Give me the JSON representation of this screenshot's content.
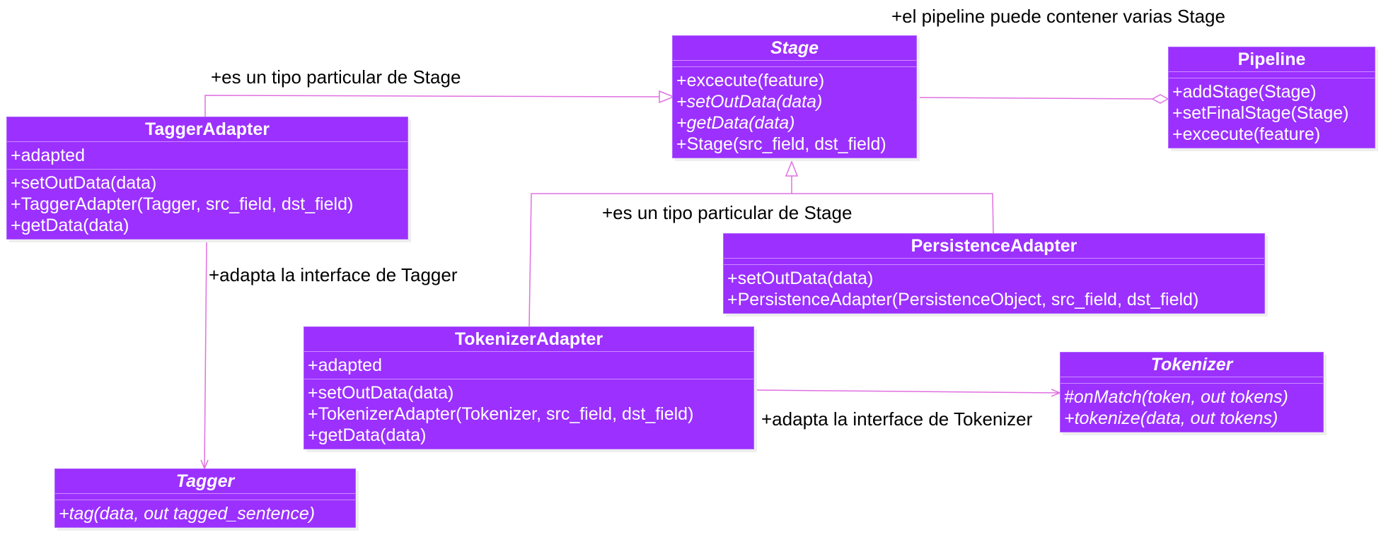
{
  "colors": {
    "class_fill": "#9b30ff",
    "line": "#e070e0",
    "text": "#000000"
  },
  "classes": {
    "stage": {
      "name": "Stage",
      "abstract": true,
      "attributes": [],
      "operations": [
        {
          "text": "+excecute(feature)",
          "italic": false
        },
        {
          "text": "+setOutData(data)",
          "italic": true
        },
        {
          "text": "+getData(data)",
          "italic": true
        },
        {
          "text": "+Stage(src_field, dst_field)",
          "italic": false
        }
      ]
    },
    "pipeline": {
      "name": "Pipeline",
      "abstract": false,
      "attributes": [],
      "operations": [
        {
          "text": "+addStage(Stage)",
          "italic": false
        },
        {
          "text": "+setFinalStage(Stage)",
          "italic": false
        },
        {
          "text": "+excecute(feature)",
          "italic": false
        }
      ]
    },
    "tagger_adapter": {
      "name": "TaggerAdapter",
      "abstract": false,
      "attributes": [
        {
          "text": "+adapted",
          "italic": false
        }
      ],
      "operations": [
        {
          "text": "+setOutData(data)",
          "italic": false
        },
        {
          "text": "+TaggerAdapter(Tagger, src_field, dst_field)",
          "italic": false
        },
        {
          "text": "+getData(data)",
          "italic": false
        }
      ]
    },
    "persistence_adapter": {
      "name": "PersistenceAdapter",
      "abstract": false,
      "attributes": [],
      "operations": [
        {
          "text": "+setOutData(data)",
          "italic": false
        },
        {
          "text": "+PersistenceAdapter(PersistenceObject, src_field, dst_field)",
          "italic": false
        }
      ]
    },
    "tokenizer_adapter": {
      "name": "TokenizerAdapter",
      "abstract": false,
      "attributes": [
        {
          "text": "+adapted",
          "italic": false
        }
      ],
      "operations": [
        {
          "text": "+setOutData(data)",
          "italic": false
        },
        {
          "text": "+TokenizerAdapter(Tokenizer, src_field, dst_field)",
          "italic": false
        },
        {
          "text": "+getData(data)",
          "italic": false
        }
      ]
    },
    "tokenizer": {
      "name": "Tokenizer",
      "abstract": true,
      "attributes": [],
      "operations": [
        {
          "text": "#onMatch(token, out tokens)",
          "italic": true
        },
        {
          "text": "+tokenize(data, out tokens)",
          "italic": true
        }
      ]
    },
    "tagger": {
      "name": "Tagger",
      "abstract": true,
      "attributes": [],
      "operations": [
        {
          "text": "+tag(data, out tagged_sentence)",
          "italic": true
        }
      ]
    }
  },
  "labels": {
    "pipeline_contains": "+el pipeline puede contener varias Stage",
    "tagger_is_stage": "+es un tipo particular de Stage",
    "adapters_are_stage": "+es un tipo particular de Stage",
    "adapts_tagger": "+adapta la interface  de Tagger",
    "adapts_tokenizer": "+adapta la interface de Tokenizer"
  }
}
